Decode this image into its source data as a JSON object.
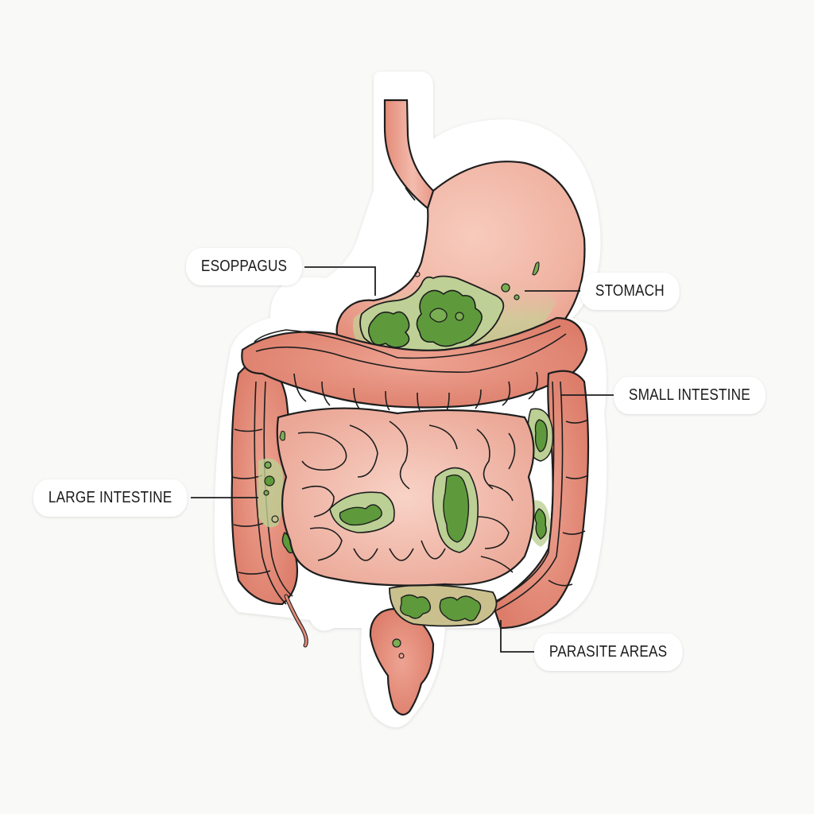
{
  "diagram": {
    "type": "anatomical illustration",
    "subject": "Digestive system with parasite infestation areas",
    "labels": [
      {
        "id": "esophagus",
        "text": "ESOPPAGUS"
      },
      {
        "id": "stomach",
        "text": "STOMACH"
      },
      {
        "id": "small_intestine",
        "text": "SMALL INTESTINE"
      },
      {
        "id": "large_intestine",
        "text": "LARGE INTESTINE"
      },
      {
        "id": "parasite_areas",
        "text": "PARASITE AREAS"
      }
    ],
    "colors": {
      "tissue_pink": "#f2b8a8",
      "tissue_light": "#f7cfc3",
      "colon_red": "#e48a78",
      "parasite_green": "#5e9a3c",
      "parasite_halo": "#bccf94",
      "outline": "#1e1e1e",
      "background": "#f9f9f8"
    }
  }
}
